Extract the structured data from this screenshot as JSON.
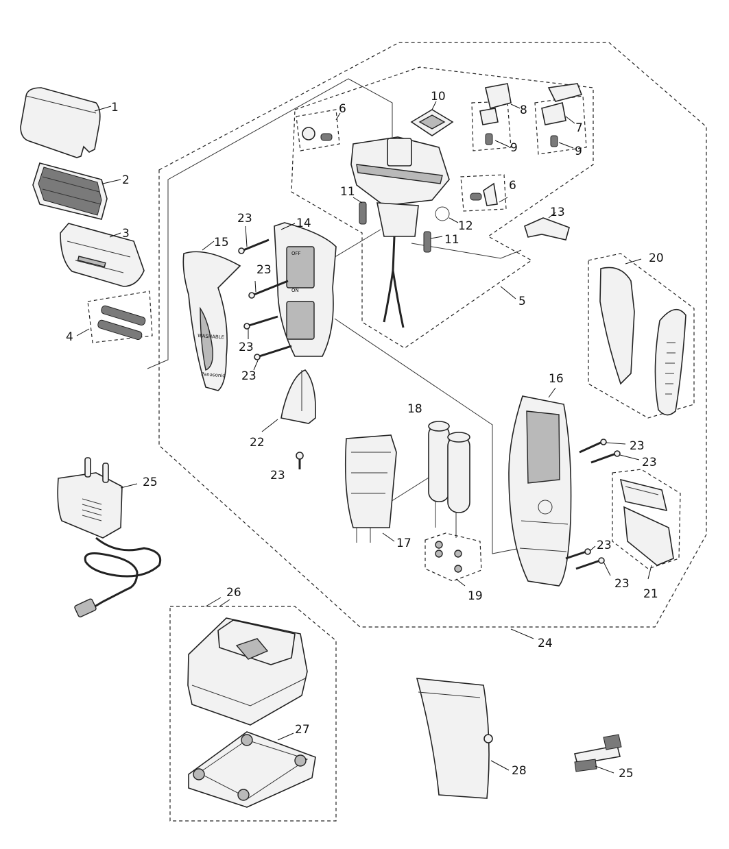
{
  "diagram": {
    "labels": {
      "p1": "1",
      "p2": "2",
      "p3": "3",
      "p4": "4",
      "p5": "5",
      "p6a": "6",
      "p6b": "6",
      "p7": "7",
      "p8": "8",
      "p9a": "9",
      "p9b": "9",
      "p10": "10",
      "p11a": "11",
      "p11b": "11",
      "p12": "12",
      "p13": "13",
      "p14": "14",
      "p15": "15",
      "p16": "16",
      "p17": "17",
      "p18": "18",
      "p19": "19",
      "p20": "20",
      "p21": "21",
      "p22": "22",
      "p23a": "23",
      "p23b": "23",
      "p23c": "23",
      "p23d": "23",
      "p23e": "23",
      "p23f": "23",
      "p23g": "23",
      "p23h": "23",
      "p23i": "23",
      "p24": "24",
      "p25a": "25",
      "p25b": "25",
      "p26": "26",
      "p27": "27",
      "p28": "28"
    },
    "device_print": {
      "washable": "WASHABLE",
      "brand": "Panasonic",
      "off": "OFF",
      "on": "ON"
    }
  }
}
